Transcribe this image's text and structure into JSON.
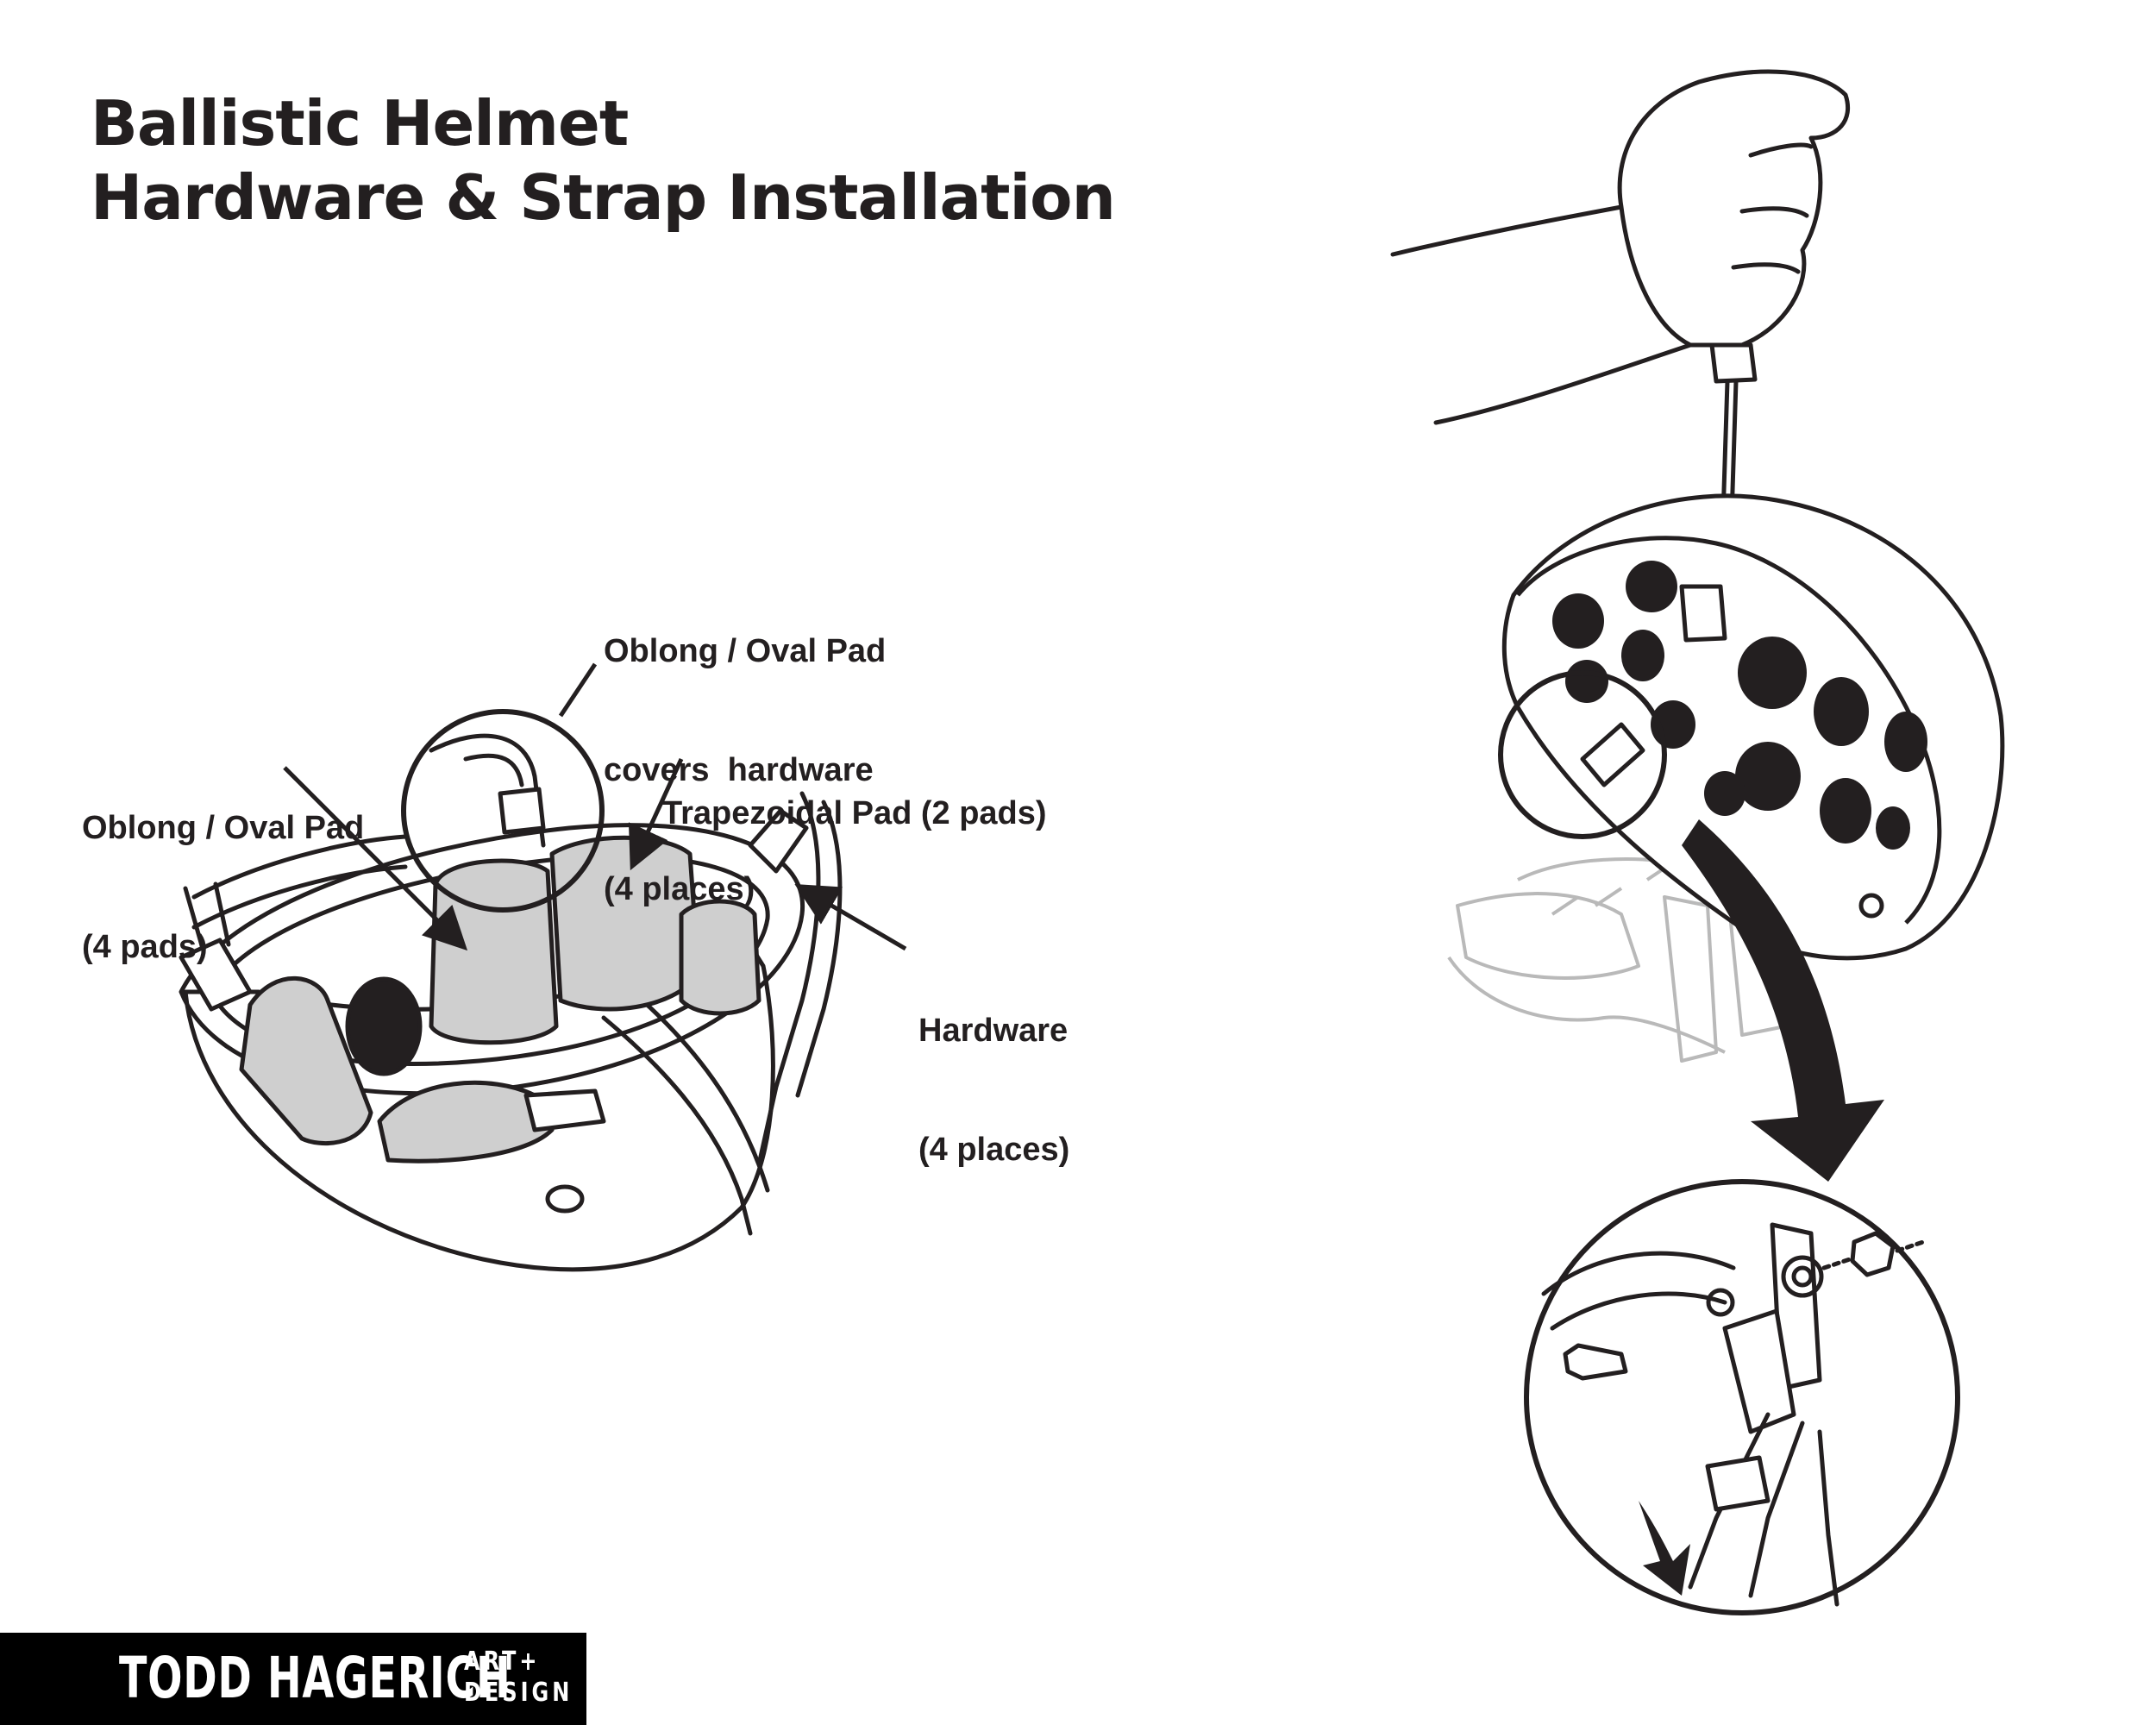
{
  "title": {
    "line1": "Ballistic Helmet",
    "line2": "Hardware & Strap Installation"
  },
  "callouts": {
    "oblong_pad_cover": {
      "line1": "Oblong / Oval Pad",
      "line2": "covers  hardware",
      "line3": "(4 places)"
    },
    "oblong_pad": {
      "line1": "Oblong / Oval Pad",
      "line2": "(4 pads)"
    },
    "trapezoidal_pad": "Trapezoidal Pad (2 pads)",
    "hardware": {
      "line1": "Hardware",
      "line2": "(4 places)"
    }
  },
  "logo": {
    "name": "TODD HAGERICH",
    "art": "ART+",
    "design": "DESIGN"
  },
  "colors": {
    "ink": "#231f20",
    "pad_fill": "#cfcfcf",
    "ghost_line": "#b9b9b9",
    "background": "#ffffff",
    "logo_bar": "#000000"
  }
}
